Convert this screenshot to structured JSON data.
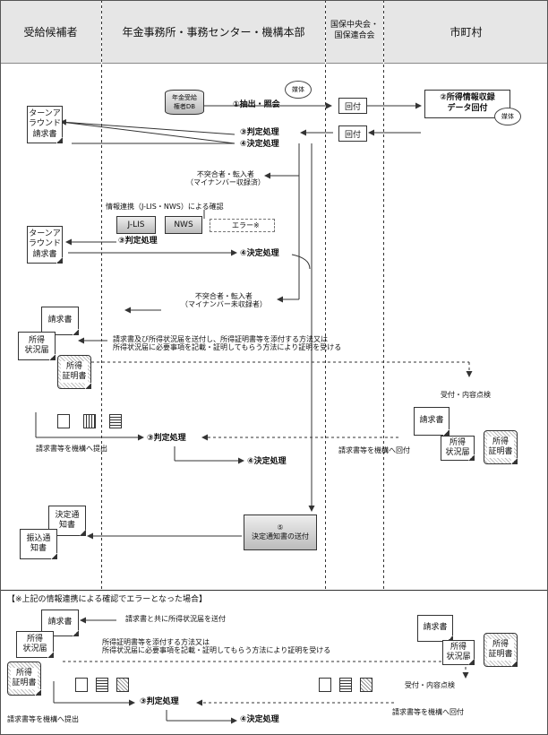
{
  "headers": {
    "col1": "受給候補者",
    "col2": "年金事務所・事務センター・機構本部",
    "col3": "国保中央会・\n国保連合会",
    "col4": "市町村"
  },
  "flow": {
    "db_label": "年金受給\n権者DB",
    "step1": "①抽出・照会",
    "medium": "媒体",
    "kaifu": "回付",
    "step2": "②所得情報収録\nデータ回付",
    "turnaround": "ターンア\nラウンド\n請求書",
    "step3": "③判定処理",
    "step4": "④決定処理",
    "transfer1": "不突合者・転入者\n（マイナンバー収録済）",
    "info_link": "情報連携（J-LIS・NWS）による確認",
    "jlis": "J-LIS",
    "nws": "NWS",
    "error": "エラー※",
    "transfer2": "不突合者・転入者\n（マイナンバー未収録者）",
    "claim": "請求書",
    "income_status": "所得\n状況届",
    "income_cert": "所得\n証明書",
    "send_desc": "請求書及び所得状況届を送付し、所得証明書等を添付する方法又は\n所得状況届に必要事項を記載・証明してもらう方法により証明を受ける",
    "receive_check": "受付・内容点検",
    "submit_to_org": "請求書等を機構へ提出",
    "return_to_org": "請求書等を機構へ回付",
    "step5": "⑤\n決定通知書の送付",
    "decision_notice": "決定通\n知書",
    "transfer_notice": "振込通\n知書"
  },
  "error_section": {
    "title": "【※上記の情報連携による確認でエラーとなった場合】",
    "send_with": "請求書と共に所得状況届を送付",
    "cert_desc": "所得証明書等を添付する方法又は\n所得状況届に必要事項を記載・証明してもらう方法により証明を受ける",
    "receive_check": "受付・内容点検",
    "step3": "③判定処理",
    "step4": "④決定処理",
    "submit_to_org": "請求書等を機構へ提出",
    "return_to_org": "請求書等を機構へ回付"
  }
}
